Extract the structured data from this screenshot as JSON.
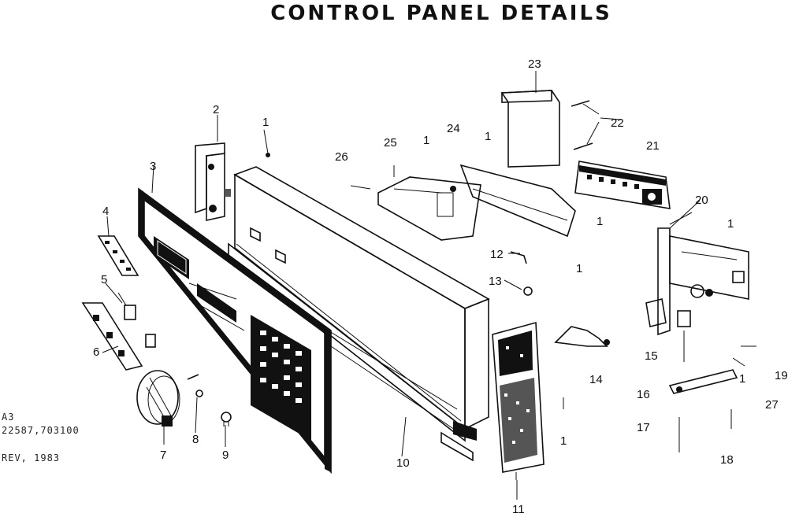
{
  "title": "CONTROL PANEL DETAILS",
  "meta": {
    "line1": "A3",
    "line2": "22587,703100",
    "line3": "REV, 1983"
  },
  "callouts": {
    "c2": "2",
    "c3": "3",
    "c4": "4",
    "c5": "5",
    "c6": "6",
    "c7": "7",
    "c8": "8",
    "c9": "9",
    "c10": "10",
    "c11": "11",
    "c12": "12",
    "c13": "13",
    "c14": "14",
    "c15": "15",
    "c16": "16",
    "c17": "17",
    "c18": "18",
    "c19": "19",
    "c20": "20",
    "c21": "21",
    "c22": "22",
    "c23": "23",
    "c24": "24",
    "c25": "25",
    "c26": "26",
    "c27": "27",
    "one": "1"
  }
}
